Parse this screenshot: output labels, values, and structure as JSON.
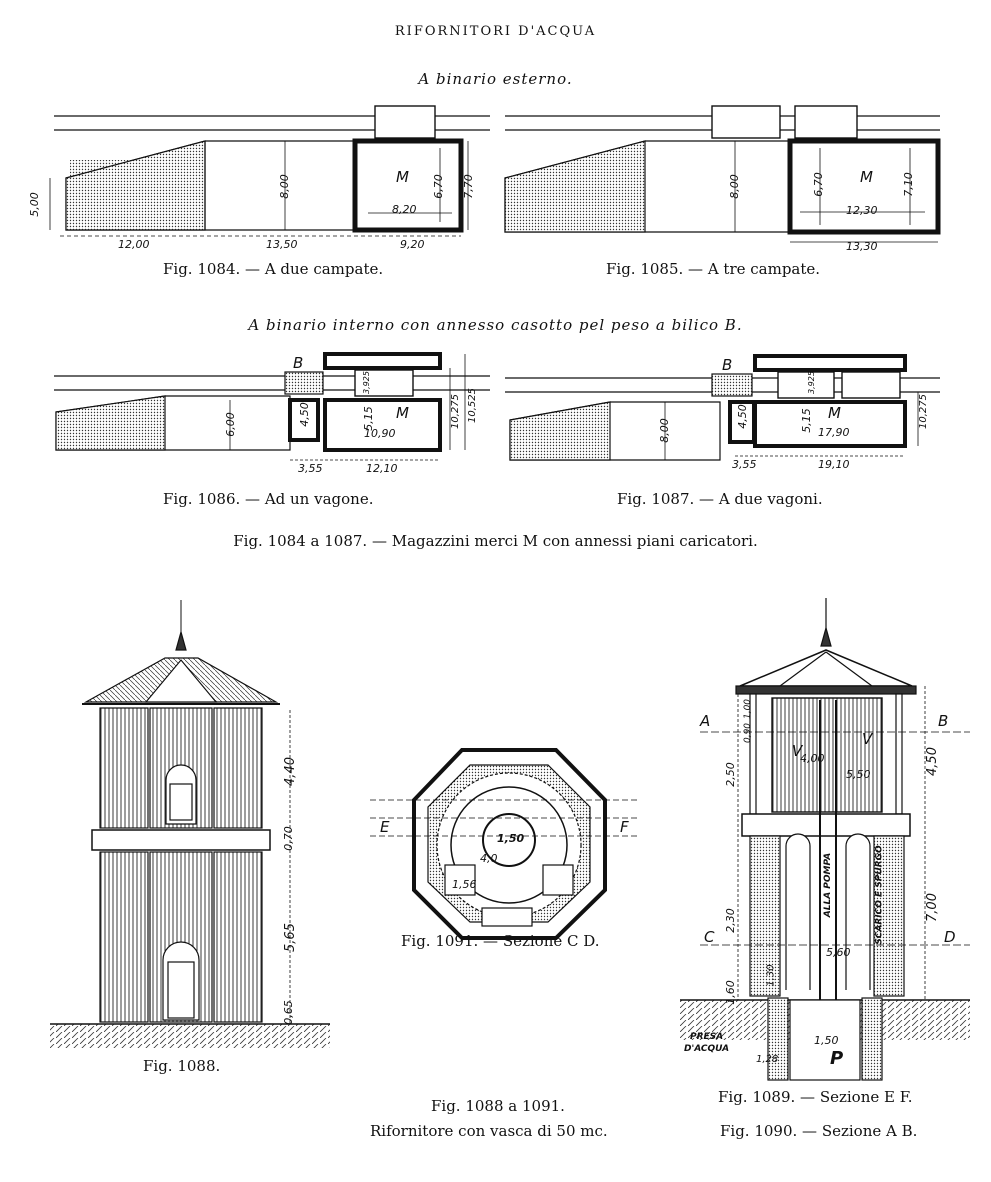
{
  "header": {
    "title": "RIFORNITORI D'ACQUA"
  },
  "section1": {
    "subtitle": "A binario esterno."
  },
  "fig1084": {
    "caption": "Fig. 1084. — A due campate.",
    "room_label": "M",
    "dims": {
      "h_ramp": "5,00",
      "h_platform": "8,00",
      "h_room_inner": "6,70",
      "h_room_outer": "7,70",
      "w_ramp": "12,00",
      "w_platform": "13,50",
      "w_room_inner": "8,20",
      "w_room_outer": "9,20"
    }
  },
  "fig1085": {
    "caption": "Fig. 1085. — A tre campate.",
    "room_label": "M",
    "dims": {
      "h_platform": "8,00",
      "h_room_inner": "6,70",
      "h_room_outer": "7,10",
      "w_room_inner": "12,30",
      "w_room_outer": "13,30"
    }
  },
  "section2": {
    "subtitle": "A binario interno con annesso casotto pel peso a bilico B."
  },
  "fig1086": {
    "caption": "Fig. 1086. — Ad un vagone.",
    "room_label": "M",
    "scale_label": "B",
    "dims": {
      "h_platform": "6,00",
      "h_booth": "4,50",
      "h_track": "3,925",
      "h_room_inner": "5,15",
      "h_room_a": "10,275",
      "h_room_b": "10,525",
      "w_booth": "3,55",
      "w_room_inner": "10,90",
      "w_room_outer": "12,10"
    }
  },
  "fig1087": {
    "caption": "Fig. 1087. — A due vagoni.",
    "room_label": "M",
    "scale_label": "B",
    "dims": {
      "h_platform": "8,00",
      "h_booth": "4,50",
      "h_track": "3,925",
      "h_room_inner": "5,15",
      "h_room": "10,275",
      "w_booth": "3,55",
      "w_room_inner": "17,90",
      "w_room_outer": "19,10"
    }
  },
  "group_caption_1": "Fig. 1084 a 1087. — Magazzini merci M con annessi piani caricatori.",
  "fig1088": {
    "caption": "Fig. 1088.",
    "dims": {
      "top": "4,40",
      "band": "0,70",
      "middle": "5,65",
      "base": "0,65"
    }
  },
  "fig1091": {
    "caption": "Fig. 1091. — Sezione C D.",
    "labels": {
      "left": "E",
      "right": "F"
    },
    "dims": {
      "inner": "1,50",
      "ring": "4,0",
      "side": "1,56"
    }
  },
  "fig1089": {
    "caption": "Fig. 1089. — Sezione E F.",
    "labels": {
      "a": "A",
      "b": "B",
      "c": "C",
      "d": "D",
      "v_left": "V",
      "v_right": "V",
      "p": "P",
      "pump": "ALLA POMPA",
      "drain": "SCARICO E SPURGO",
      "intake_1": "PRESA",
      "intake_2": "D'ACQUA"
    },
    "dims": {
      "d100": "1,00",
      "d090": "0,90",
      "d250": "2,50",
      "d450": "4,50",
      "d400": "4,00",
      "d550": "5,50",
      "d700": "7,00",
      "d230": "2,30",
      "d130": "1,30",
      "d160": "1,60",
      "d560": "5,60",
      "d150": "1,50",
      "d128": "1,28"
    }
  },
  "fig1090": {
    "caption": "Fig. 1090. — Sezione A B."
  },
  "group_caption_2": {
    "line1": "Fig. 1088 a 1091.",
    "line2": "Rifornitore con vasca di 50 mc."
  }
}
